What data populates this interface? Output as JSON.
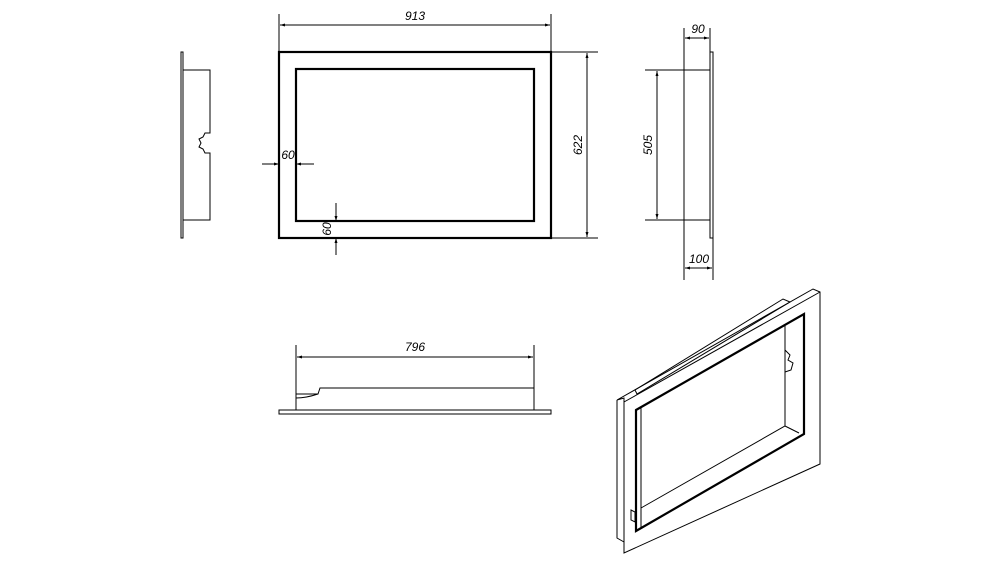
{
  "drawing": {
    "front_view": {
      "width_label": "913",
      "height_label": "622",
      "frame_side_label": "60",
      "frame_bottom_label": "60"
    },
    "side_view": {
      "depth_label": "90",
      "inner_height_label": "505",
      "total_depth_label": "100"
    },
    "top_view": {
      "inner_width_label": "796"
    },
    "stroke_color": "#000000",
    "background_color": "#ffffff"
  }
}
